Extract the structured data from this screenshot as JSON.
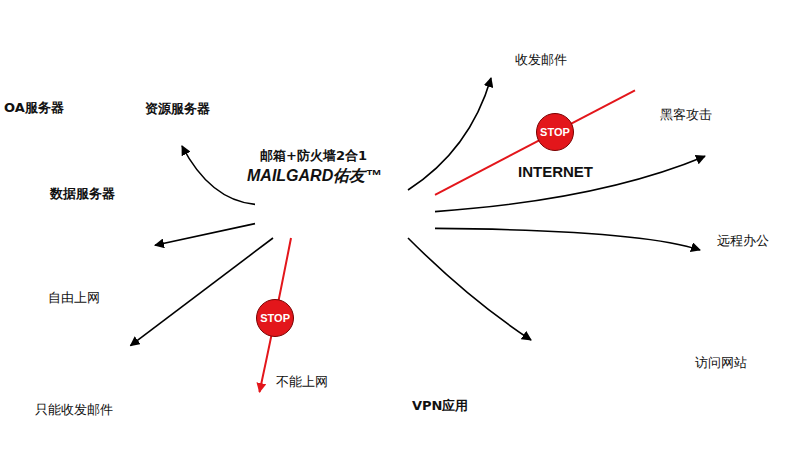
{
  "diagram": {
    "nodes": [
      {
        "text": [
          "收发邮件"
        ]
      },
      {
        "text": [
          "黑客攻击"
        ]
      },
      {
        "text": [
          "OA服务器",
          "资源服务器",
          "数据服务器"
        ]
      },
      {
        "text": [
          "邮箱+防火墙2合1",
          "MAILGARD佑友™"
        ]
      },
      {
        "text": [
          "INTERNET"
        ]
      },
      {
        "text": [
          "远程办公"
        ]
      },
      {
        "text": [
          "自由上网"
        ]
      },
      {
        "text": [
          "访问网站"
        ]
      },
      {
        "text": [
          "只能收发邮件"
        ]
      },
      {
        "text": [
          "不能上网"
        ]
      },
      {
        "text": [
          "VPN应用"
        ]
      }
    ],
    "edges": [
      {
        "from": 3,
        "to": 2,
        "arrow": "to"
      },
      {
        "from": 3,
        "to": 0,
        "arrow": "to"
      },
      {
        "from": 3,
        "to": 1,
        "label": "STOP",
        "arrow": "none"
      },
      {
        "from": 3,
        "to": 5,
        "arrow": "to"
      },
      {
        "from": 3,
        "to": 7,
        "arrow": "to"
      },
      {
        "from": 3,
        "to": 10,
        "arrow": "to"
      },
      {
        "from": 3,
        "to": 6,
        "arrow": "to"
      },
      {
        "from": 3,
        "to": 8,
        "arrow": "to"
      },
      {
        "from": 3,
        "to": 9,
        "label": "STOP",
        "arrow": "to"
      }
    ]
  }
}
